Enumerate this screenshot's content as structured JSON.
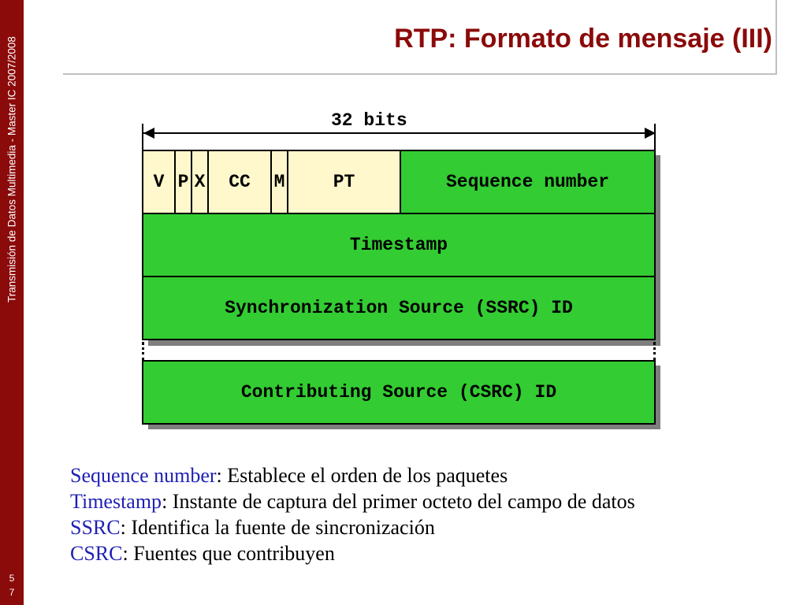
{
  "sidebar": {
    "vertical_text": "Transmisión de Datos Multimedia - Master IC 2007/2008",
    "page_digit_1": "5",
    "page_digit_2": "7"
  },
  "title": "RTP: Formato de mensaje (III)",
  "diagram": {
    "width_label": "32 bits",
    "fields": {
      "v": "V",
      "p": "P",
      "x": "X",
      "cc": "CC",
      "m": "M",
      "pt": "PT",
      "sequence_number": "Sequence number",
      "timestamp": "Timestamp",
      "ssrc": "Synchronization Source (SSRC) ID",
      "csrc": "Contributing Source (CSRC) ID"
    },
    "colors": {
      "header_bits": "#fff8cc",
      "fields": "#33cc33",
      "shadow": "#7f7f7f"
    }
  },
  "descriptions": [
    {
      "term": "Sequence number",
      "text": ": Establece el orden de los paquetes"
    },
    {
      "term": "Timestamp",
      "text": ": Instante de captura del primer octeto del campo de datos"
    },
    {
      "term": "SSRC",
      "text": ": Identifica la fuente de sincronización"
    },
    {
      "term": "CSRC",
      "text": ": Fuentes que contribuyen"
    }
  ],
  "colors": {
    "accent": "#8b0a0a",
    "term": "#1f1fb4"
  }
}
